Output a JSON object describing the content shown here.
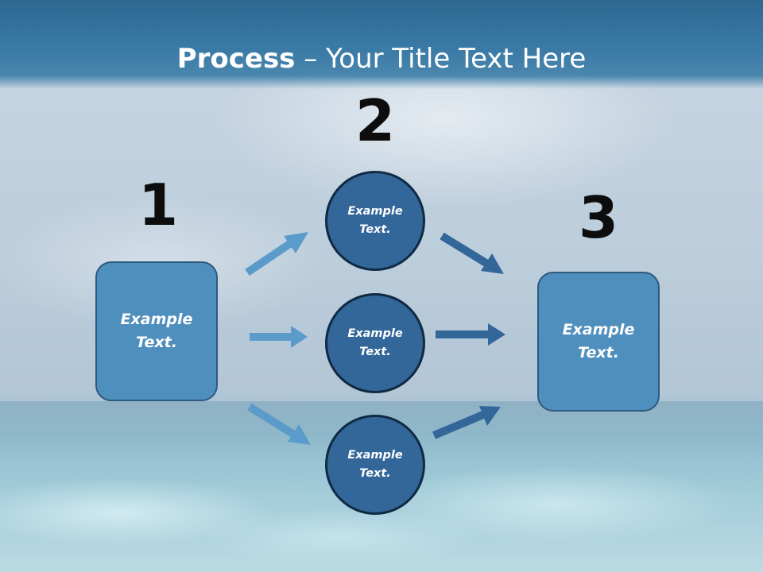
{
  "title": {
    "bold": "Process",
    "rest": " – Your Title Text Here"
  },
  "steps": [
    "1",
    "2",
    "3"
  ],
  "left_box": {
    "text": "Example\nText."
  },
  "right_box": {
    "text": "Example\nText."
  },
  "circles": [
    {
      "text": "Example\nText."
    },
    {
      "text": "Example\nText."
    },
    {
      "text": "Example\nText."
    }
  ],
  "colors": {
    "header": "#3a7aa6",
    "box_fill": "#4f8fbd",
    "circle_fill": "#336699",
    "arrow_light": "#5b9bc9",
    "arrow_dark": "#336699"
  }
}
